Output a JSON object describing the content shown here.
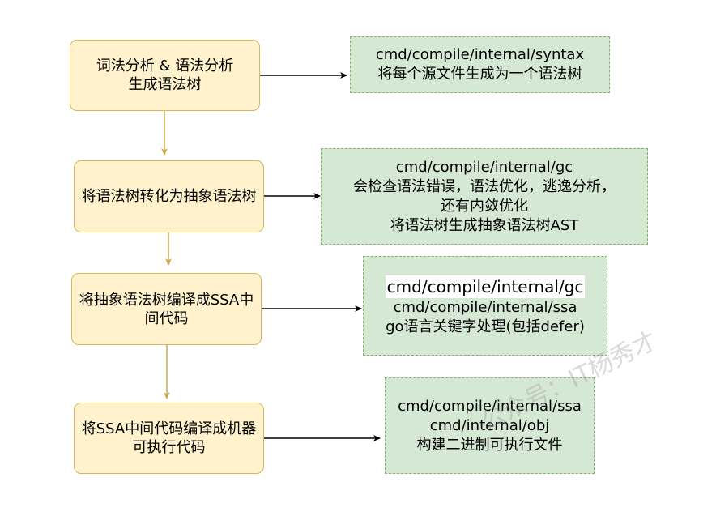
{
  "steps": [
    {
      "label": "词法分析 & 语法分析\n生成语法树"
    },
    {
      "label": "将语法树转化为抽象语法树"
    },
    {
      "label": "将抽象语法树编译成SSA中间代码"
    },
    {
      "label": "将SSA中间代码编译成机器可执行代码"
    }
  ],
  "notes": [
    {
      "lines": [
        "cmd/compile/internal/syntax",
        "将每个源文件生成为一个语法树"
      ]
    },
    {
      "lines": [
        "cmd/compile/internal/gc",
        "会检查语法错误，语法优化，逃逸分析，",
        "还有内敛优化",
        "将语法树生成抽象语法树AST"
      ]
    },
    {
      "lines": [
        "cmd/compile/internal/gc",
        "cmd/compile/internal/ssa",
        "go语言关键字处理(包括defer)"
      ]
    },
    {
      "lines": [
        "cmd/compile/internal/ssa",
        "cmd/internal/obj",
        "构建二进制可执行文件"
      ]
    }
  ],
  "watermark": "公众号：IT杨秀才",
  "colors": {
    "step_fill": "#fff2cc",
    "step_border": "#d6b656",
    "note_fill": "#d5e8d4",
    "note_border": "#82b366",
    "arrow_black": "#000000",
    "arrow_gold": "#c8ab47"
  }
}
